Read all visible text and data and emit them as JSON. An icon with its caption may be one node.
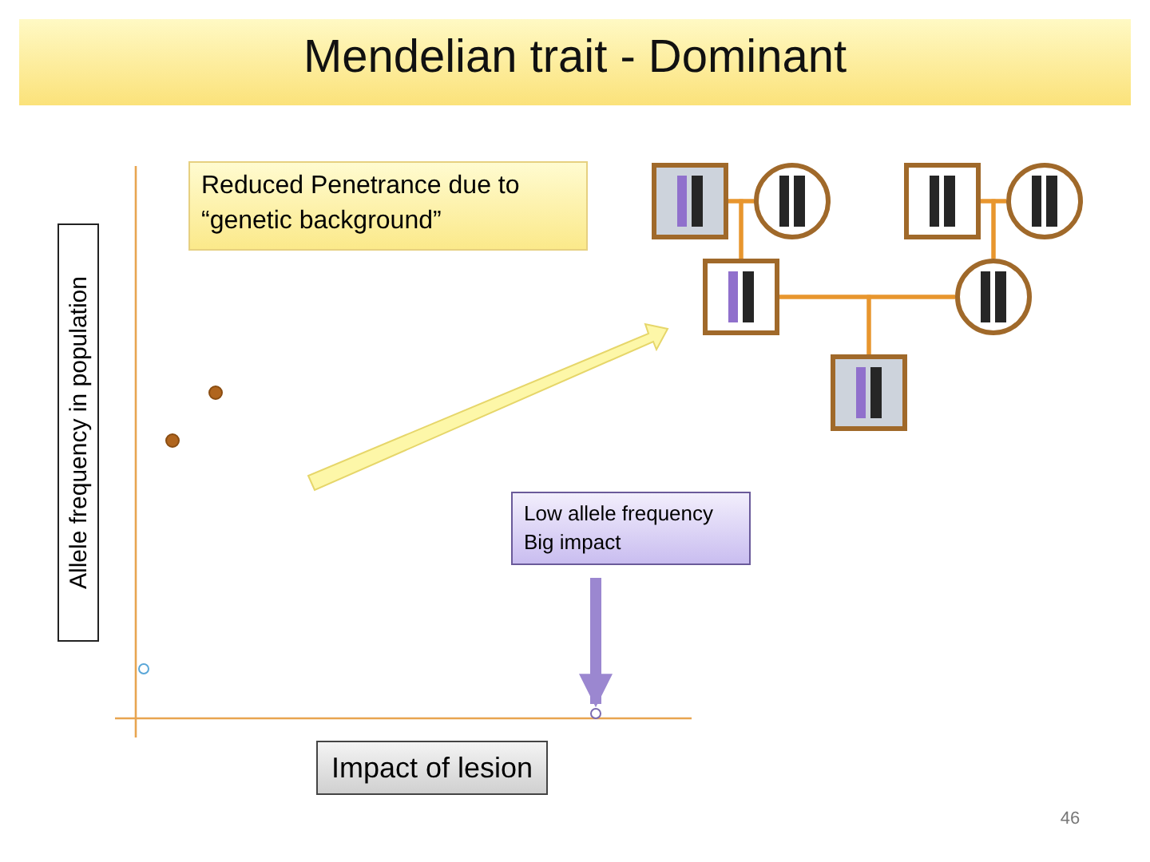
{
  "diagram": {
    "title": "Mendelian trait - Dominant",
    "nodes": [
      {
        "text": [
          "Reduced Penetrance due to “genetic background”"
        ]
      },
      {
        "text": [],
        "shape": "box"
      },
      {
        "text": [],
        "shape": "circle"
      },
      {
        "text": [],
        "shape": "box"
      },
      {
        "text": [],
        "shape": "circle"
      },
      {
        "text": [],
        "shape": "box"
      },
      {
        "text": [],
        "shape": "circle"
      },
      {
        "text": [],
        "shape": "box"
      },
      {
        "text": [
          "Low allele frequency Big impact"
        ]
      },
      {
        "text": [],
        "shape": "circle"
      }
    ],
    "edges": [
      {
        "from": 1,
        "to": 2,
        "arrow": "none"
      },
      {
        "from": 3,
        "to": 4,
        "arrow": "none"
      },
      {
        "from": 1,
        "to": 5,
        "arrow": "none"
      },
      {
        "from": 2,
        "to": 5,
        "arrow": "none"
      },
      {
        "from": 3,
        "to": 6,
        "arrow": "none"
      },
      {
        "from": 4,
        "to": 6,
        "arrow": "none"
      },
      {
        "from": 5,
        "to": 6,
        "arrow": "none"
      },
      {
        "from": 5,
        "to": 7,
        "arrow": "none"
      },
      {
        "from": 6,
        "to": 7,
        "arrow": "none"
      },
      {
        "from": 8,
        "to": 9,
        "arrow": "to",
        "style": "thick",
        "color": "#9b87d0"
      }
    ],
    "labels": [
      "Allele frequency in population",
      "Impact of lesion",
      "46"
    ]
  }
}
